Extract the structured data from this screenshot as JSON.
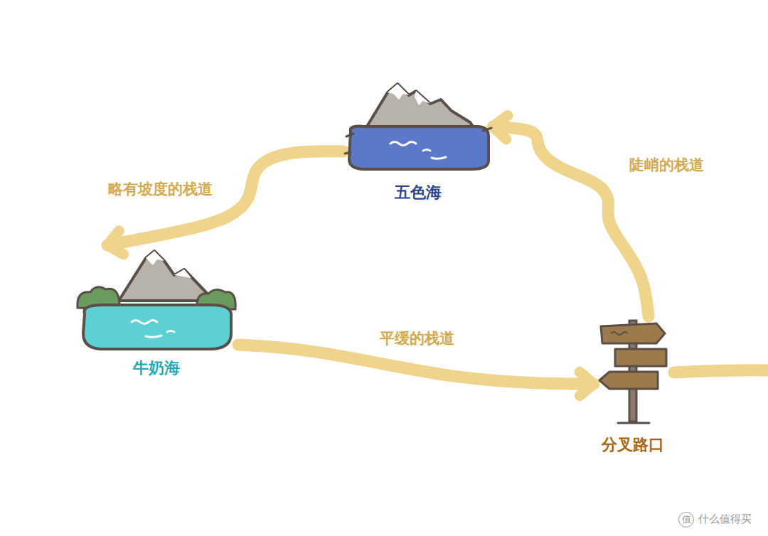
{
  "diagram": {
    "nodes": [
      {
        "text": [
          "五色海"
        ]
      },
      {
        "text": [
          "牛奶海"
        ]
      },
      {
        "text": [
          "分叉路口"
        ]
      }
    ],
    "edges": [
      {
        "from": 2,
        "to": 0,
        "arrow": "to",
        "label": "陡峭的栈道"
      },
      {
        "from": 0,
        "to": 1,
        "arrow": "to",
        "label": "略有坡度的栈道"
      },
      {
        "from": 1,
        "to": 2,
        "arrow": "to",
        "label": "平缓的栈道"
      }
    ],
    "labels": [
      "值",
      "什么值得买"
    ]
  }
}
